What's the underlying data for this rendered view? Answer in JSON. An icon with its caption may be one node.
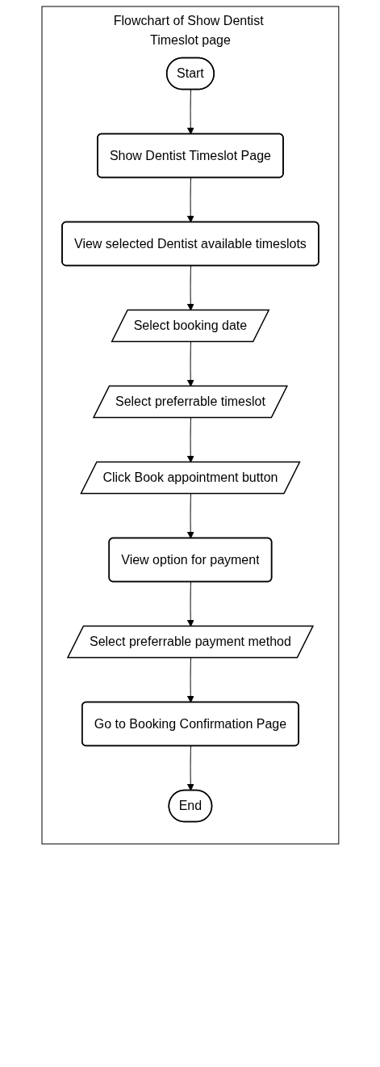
{
  "diagram": {
    "nodes": [
      {
        "text": [
          "Flowchart of Show Dentist Timeslot page"
        ]
      },
      {
        "text": [
          "Start"
        ],
        "in": 0
      },
      {
        "text": [
          "Show Dentist Timeslot Page"
        ],
        "in": 0
      },
      {
        "text": [
          "View selected Dentist available timeslots"
        ],
        "in": 0
      },
      {
        "text": [
          "Select booking date"
        ],
        "in": 0
      },
      {
        "text": [
          "Select preferrable timeslot"
        ],
        "in": 0
      },
      {
        "text": [
          "Click Book appointment button"
        ],
        "in": 0
      },
      {
        "text": [
          "View option for payment"
        ],
        "in": 0
      },
      {
        "text": [
          "Select preferrable payment method"
        ],
        "in": 0
      },
      {
        "text": [
          "Go to Booking Confirmation Page"
        ],
        "in": 0
      },
      {
        "text": [
          "End"
        ],
        "in": 0
      }
    ],
    "edges": [
      {
        "from": 1,
        "to": 2,
        "arrow": "to"
      },
      {
        "from": 2,
        "to": 3,
        "arrow": "to"
      },
      {
        "from": 3,
        "to": 4,
        "arrow": "to"
      },
      {
        "from": 4,
        "to": 5,
        "arrow": "to"
      },
      {
        "from": 5,
        "to": 6,
        "arrow": "to"
      },
      {
        "from": 6,
        "to": 7,
        "arrow": "to"
      },
      {
        "from": 7,
        "to": 8,
        "arrow": "to"
      },
      {
        "from": 8,
        "to": 9,
        "arrow": "to"
      },
      {
        "from": 9,
        "to": 10,
        "arrow": "to"
      }
    ]
  }
}
